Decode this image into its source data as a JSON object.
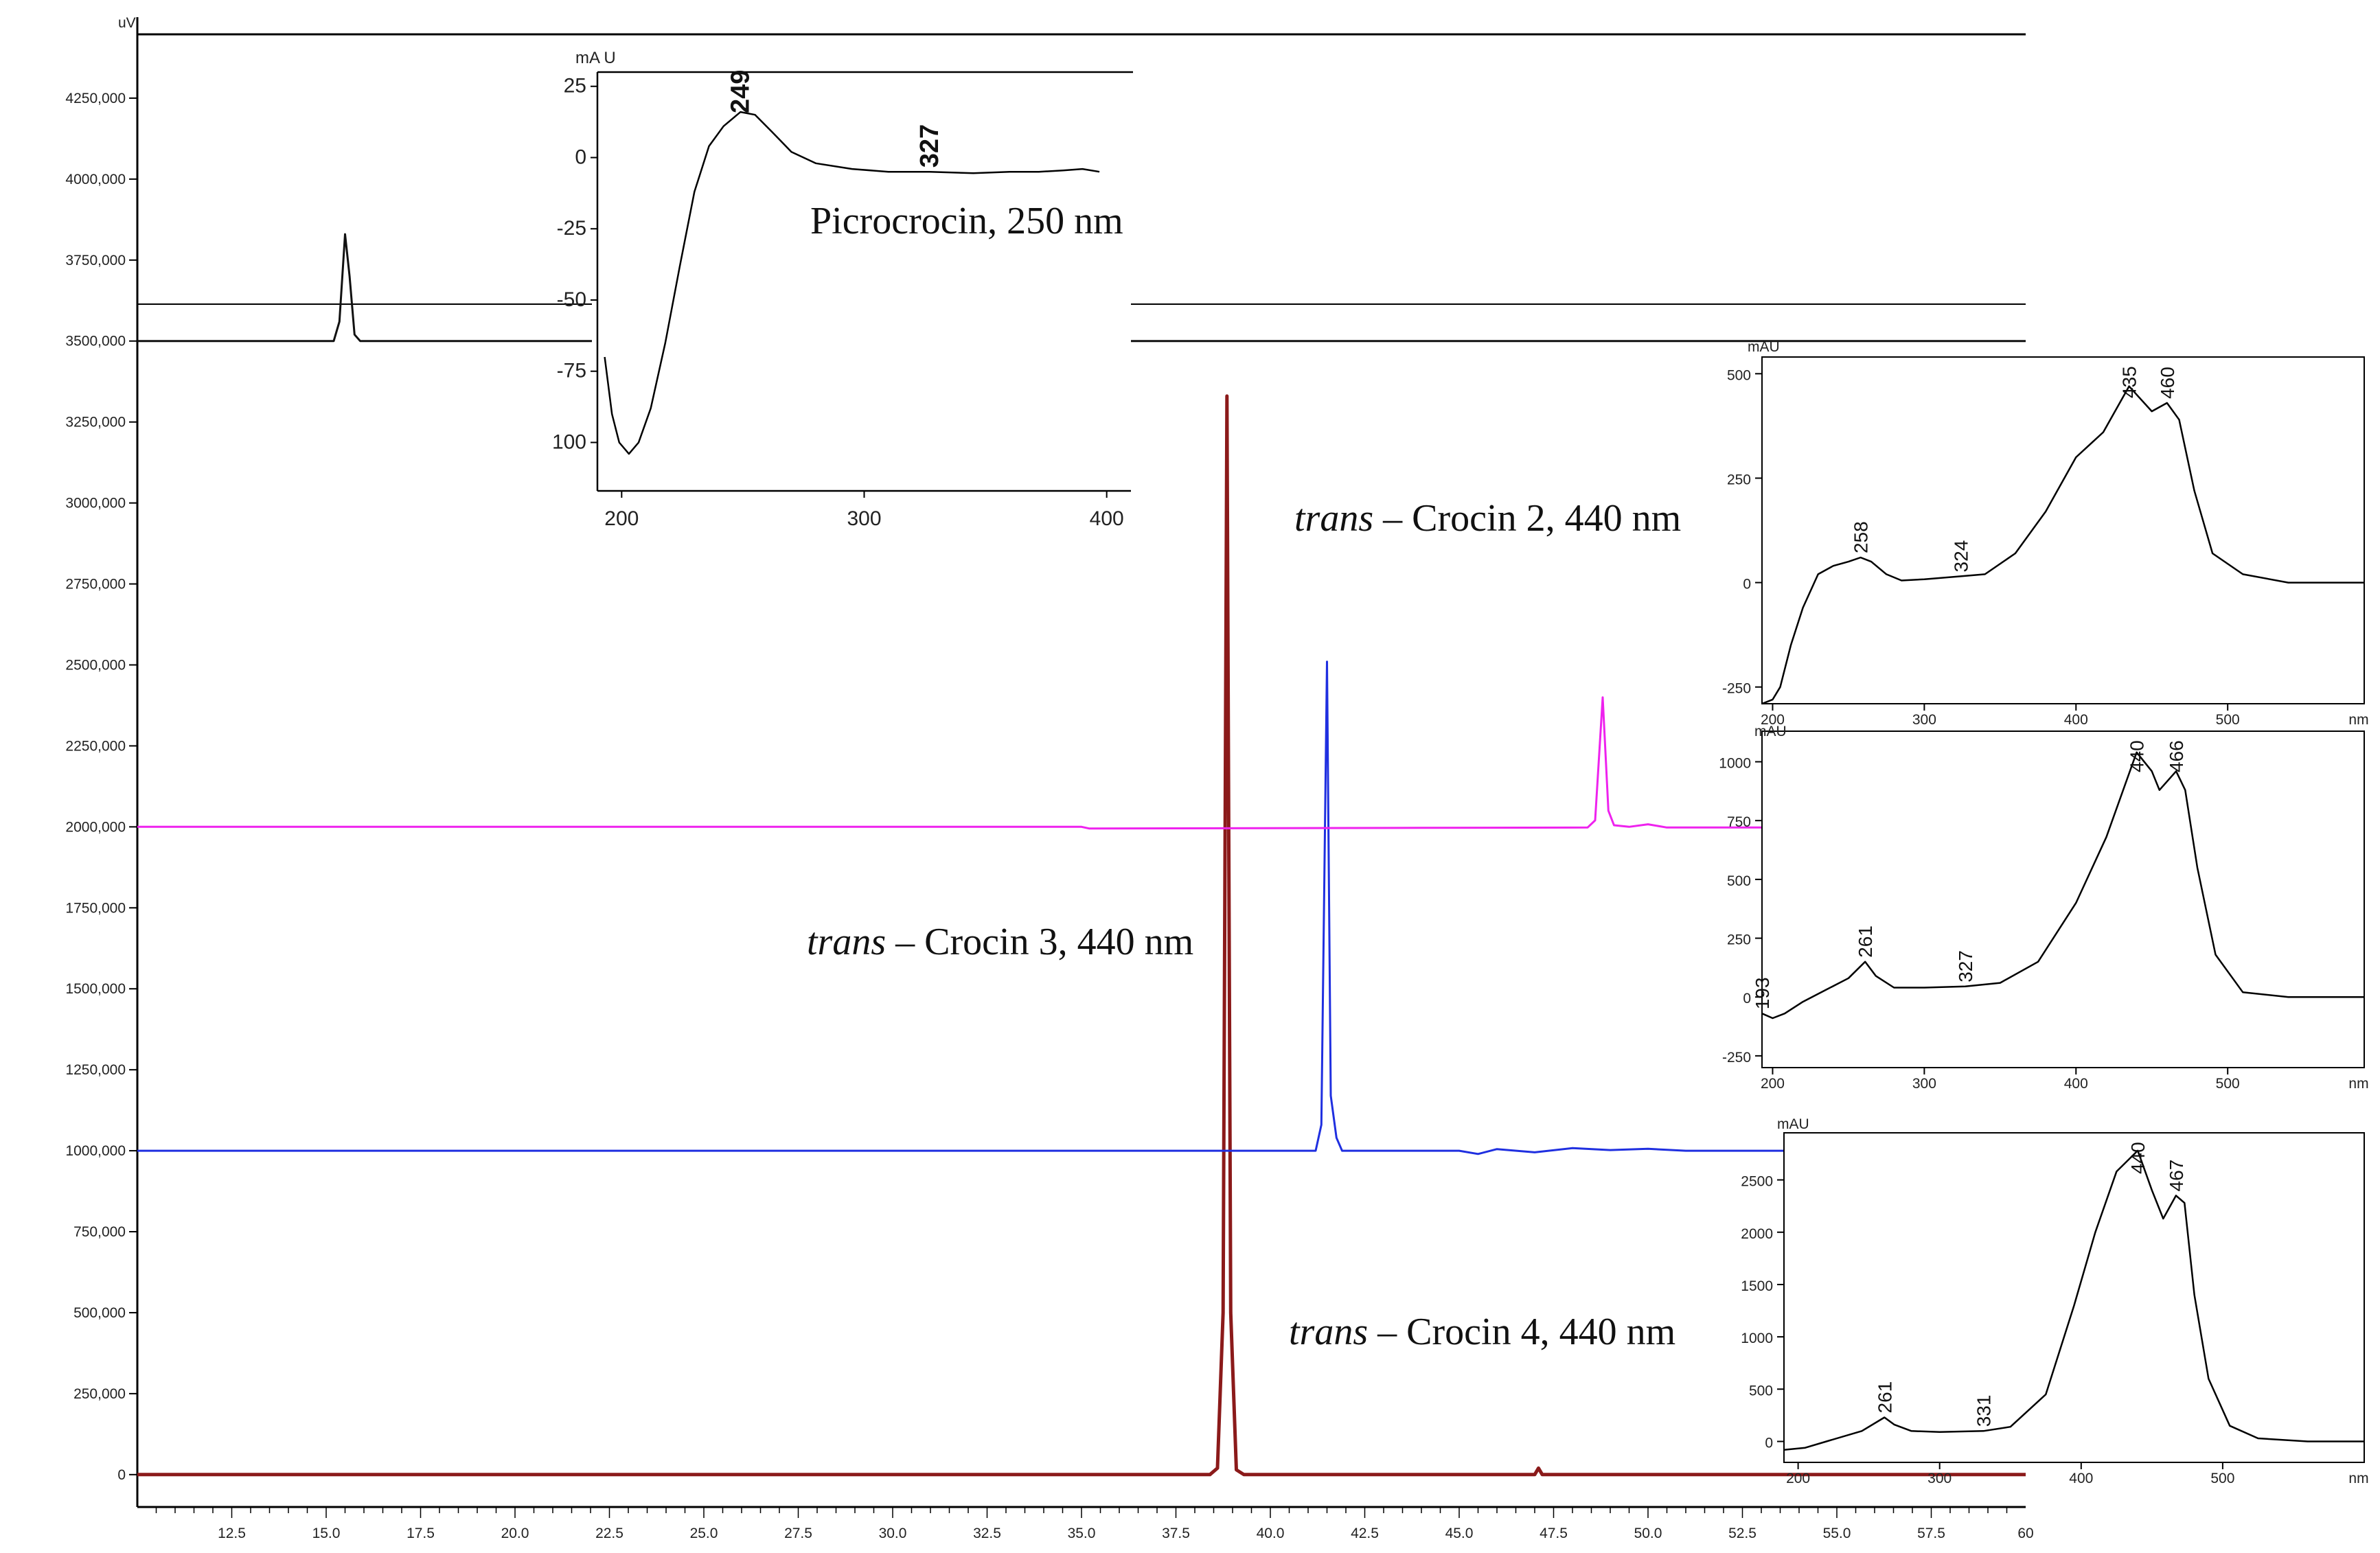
{
  "chart_data": [
    {
      "id": "main",
      "type": "line",
      "y_unit_label": "uV",
      "x_ticks": [
        "12.5",
        "15.0",
        "17.5",
        "20.0",
        "22.5",
        "25.0",
        "27.5",
        "30.0",
        "32.5",
        "35.0",
        "37.5",
        "40.0",
        "42.5",
        "45.0",
        "47.5",
        "50.0",
        "52.5",
        "55.0",
        "57.5",
        "60"
      ],
      "y_ticks": [
        "0",
        "250,000",
        "500,000",
        "750,000",
        "1000,000",
        "1250,000",
        "1500,000",
        "1750,000",
        "2000,000",
        "2250,000",
        "2500,000",
        "2750,000",
        "3000,000",
        "3250,000",
        "3500,000",
        "3750,000",
        "4000,000",
        "4250,000"
      ],
      "x_range": [
        10,
        60
      ],
      "y_range": [
        -100000,
        4500000
      ],
      "series": [
        {
          "color": "#8b1a1a",
          "baseline": 0,
          "points": [
            [
              10,
              0
            ],
            [
              38.4,
              0
            ],
            [
              38.6,
              20000
            ],
            [
              38.75,
              500000
            ],
            [
              38.85,
              3330000
            ],
            [
              38.95,
              500000
            ],
            [
              39.1,
              15000
            ],
            [
              39.3,
              0
            ],
            [
              47,
              0
            ],
            [
              47.1,
              20000
            ],
            [
              47.2,
              0
            ],
            [
              60,
              0
            ]
          ]
        },
        {
          "color": "#1f2fe0",
          "baseline": 1000000,
          "points": [
            [
              10,
              1000000
            ],
            [
              41.2,
              1000000
            ],
            [
              41.35,
              1080000
            ],
            [
              41.5,
              2510000
            ],
            [
              41.6,
              1170000
            ],
            [
              41.75,
              1040000
            ],
            [
              41.9,
              1000000
            ],
            [
              45,
              1000000
            ],
            [
              45.5,
              990000
            ],
            [
              46,
              1005000
            ],
            [
              47,
              995000
            ],
            [
              48,
              1008000
            ],
            [
              49,
              1002000
            ],
            [
              50,
              1006000
            ],
            [
              51,
              1000000
            ],
            [
              60,
              1000000
            ]
          ]
        },
        {
          "color": "#ee22ee",
          "baseline": 2000000,
          "points": [
            [
              10,
              2000000
            ],
            [
              35,
              2000000
            ],
            [
              35.2,
              1995000
            ],
            [
              44,
              1997000
            ],
            [
              48.4,
              1998000
            ],
            [
              48.6,
              2020000
            ],
            [
              48.8,
              2400000
            ],
            [
              48.95,
              2050000
            ],
            [
              49.1,
              2005000
            ],
            [
              49.5,
              2000000
            ],
            [
              50,
              2008000
            ],
            [
              50.5,
              1998000
            ],
            [
              60,
              1998000
            ]
          ]
        },
        {
          "color": "#111111",
          "baseline": 3500000,
          "points": [
            [
              10,
              3500000
            ],
            [
              15.2,
              3500000
            ],
            [
              15.35,
              3560000
            ],
            [
              15.5,
              3830000
            ],
            [
              15.62,
              3700000
            ],
            [
              15.75,
              3520000
            ],
            [
              15.9,
              3500000
            ],
            [
              60,
              3500000
            ]
          ]
        }
      ]
    },
    {
      "id": "picrocrocin",
      "type": "line",
      "y_unit_label": "mA U",
      "x_ticks": [
        "200",
        "300",
        "400"
      ],
      "y_ticks": [
        "25",
        "0",
        "-25",
        "-50",
        "-75",
        "100"
      ],
      "peak_labels": [
        "249",
        "327"
      ],
      "compound": "Picrocrocin, 250 nm",
      "x_range": [
        190,
        410
      ],
      "y_range": [
        -117,
        30
      ],
      "series": [
        {
          "name": "",
          "points": [
            [
              193,
              -70
            ],
            [
              196,
              -90
            ],
            [
              199,
              -100
            ],
            [
              203,
              -104
            ],
            [
              207,
              -100
            ],
            [
              212,
              -88
            ],
            [
              218,
              -65
            ],
            [
              224,
              -38
            ],
            [
              230,
              -12
            ],
            [
              236,
              4
            ],
            [
              242,
              11
            ],
            [
              249,
              16
            ],
            [
              255,
              15
            ],
            [
              262,
              9
            ],
            [
              270,
              2
            ],
            [
              280,
              -2
            ],
            [
              295,
              -4
            ],
            [
              310,
              -5
            ],
            [
              327,
              -5
            ],
            [
              345,
              -5.5
            ],
            [
              360,
              -5
            ],
            [
              372,
              -5
            ],
            [
              382,
              -4.5
            ],
            [
              390,
              -4
            ],
            [
              397,
              -5
            ]
          ]
        }
      ]
    },
    {
      "id": "crocin2",
      "type": "line",
      "y_unit_label": "mAU",
      "x_ticks": [
        "200",
        "300",
        "400",
        "500",
        "nm"
      ],
      "y_ticks": [
        "500",
        "250",
        "0",
        "-250"
      ],
      "peak_labels": [
        "258",
        "324",
        "435",
        "460"
      ],
      "compound": {
        "italic": "trans",
        "rest": " – Crocin 2, 440 nm"
      },
      "x_range": [
        193,
        590
      ],
      "y_range": [
        -290,
        540
      ],
      "series": [
        {
          "name": "",
          "points": [
            [
              193,
              -290
            ],
            [
              200,
              -280
            ],
            [
              205,
              -250
            ],
            [
              212,
              -150
            ],
            [
              220,
              -60
            ],
            [
              230,
              20
            ],
            [
              240,
              40
            ],
            [
              250,
              50
            ],
            [
              258,
              60
            ],
            [
              265,
              50
            ],
            [
              275,
              20
            ],
            [
              285,
              5
            ],
            [
              300,
              8
            ],
            [
              324,
              15
            ],
            [
              340,
              20
            ],
            [
              360,
              70
            ],
            [
              380,
              170
            ],
            [
              400,
              300
            ],
            [
              418,
              360
            ],
            [
              435,
              470
            ],
            [
              440,
              450
            ],
            [
              450,
              410
            ],
            [
              460,
              430
            ],
            [
              468,
              390
            ],
            [
              478,
              220
            ],
            [
              490,
              70
            ],
            [
              510,
              20
            ],
            [
              540,
              0
            ],
            [
              590,
              0
            ]
          ]
        }
      ]
    },
    {
      "id": "crocin3",
      "type": "line",
      "y_unit_label": "mAU",
      "x_ticks": [
        "200",
        "300",
        "400",
        "500",
        "nm"
      ],
      "y_ticks": [
        "1000",
        "750",
        "500",
        "250",
        "0",
        "-250"
      ],
      "peak_labels": [
        "193",
        "261",
        "327",
        "440",
        "466"
      ],
      "compound": {
        "italic": "trans",
        "rest": " – Crocin 3, 440 nm"
      },
      "x_range": [
        193,
        590
      ],
      "y_range": [
        -300,
        1130
      ],
      "series": [
        {
          "name": "",
          "points": [
            [
              193,
              -70
            ],
            [
              200,
              -90
            ],
            [
              208,
              -70
            ],
            [
              220,
              -20
            ],
            [
              235,
              30
            ],
            [
              250,
              80
            ],
            [
              261,
              150
            ],
            [
              268,
              90
            ],
            [
              280,
              40
            ],
            [
              300,
              40
            ],
            [
              327,
              45
            ],
            [
              350,
              60
            ],
            [
              375,
              150
            ],
            [
              400,
              400
            ],
            [
              420,
              680
            ],
            [
              440,
              1040
            ],
            [
              450,
              960
            ],
            [
              455,
              880
            ],
            [
              466,
              960
            ],
            [
              472,
              880
            ],
            [
              480,
              550
            ],
            [
              492,
              180
            ],
            [
              510,
              20
            ],
            [
              540,
              0
            ],
            [
              590,
              0
            ]
          ]
        }
      ]
    },
    {
      "id": "crocin4",
      "type": "line",
      "y_unit_label": "mAU",
      "x_ticks": [
        "200",
        "300",
        "400",
        "500",
        "nm"
      ],
      "y_ticks": [
        "2500",
        "2000",
        "1500",
        "1000",
        "500",
        "0"
      ],
      "peak_labels": [
        "261",
        "331",
        "440",
        "467"
      ],
      "compound": {
        "italic": "trans",
        "rest": " – Crocin 4, 440 nm"
      },
      "x_range": [
        190,
        600
      ],
      "y_range": [
        -200,
        2950
      ],
      "series": [
        {
          "name": "",
          "points": [
            [
              190,
              -80
            ],
            [
              205,
              -60
            ],
            [
              220,
              0
            ],
            [
              245,
              100
            ],
            [
              261,
              230
            ],
            [
              268,
              160
            ],
            [
              280,
              100
            ],
            [
              300,
              90
            ],
            [
              331,
              100
            ],
            [
              350,
              140
            ],
            [
              375,
              450
            ],
            [
              395,
              1300
            ],
            [
              410,
              2000
            ],
            [
              425,
              2580
            ],
            [
              440,
              2780
            ],
            [
              450,
              2400
            ],
            [
              458,
              2130
            ],
            [
              467,
              2350
            ],
            [
              473,
              2280
            ],
            [
              480,
              1400
            ],
            [
              490,
              600
            ],
            [
              505,
              150
            ],
            [
              525,
              30
            ],
            [
              560,
              0
            ],
            [
              600,
              0
            ]
          ]
        }
      ]
    }
  ]
}
